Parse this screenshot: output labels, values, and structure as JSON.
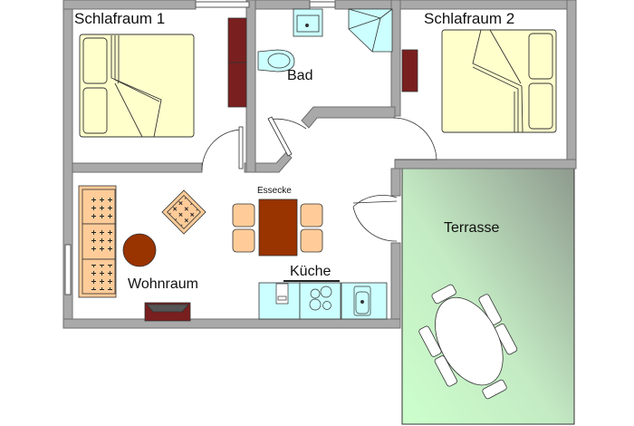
{
  "title": "Floor plan",
  "rooms": {
    "bedroom1": "Schlafraum 1",
    "bathroom": "Bad",
    "bedroom2": "Schlafraum 2",
    "living": "Wohnraum",
    "dining": "Essecke",
    "kitchen": "Küche",
    "terrace": "Terrasse"
  },
  "colors": {
    "wall": "#a9a9a9",
    "wall_edge": "#6e6e6e",
    "bed": "#ffffcc",
    "wardrobe": "#7a1f1f",
    "upholstery": "#ffcc99",
    "table_wood": "#993300",
    "sanitary": "#ccffff",
    "terrace_light": "#ccffcc",
    "terrace_dark": "#8c9c8c"
  }
}
